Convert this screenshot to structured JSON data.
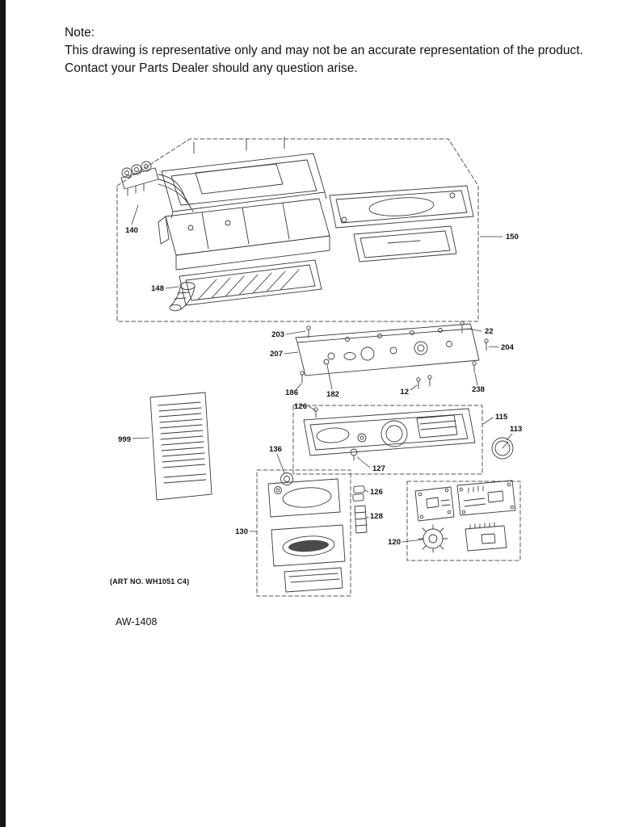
{
  "page": {
    "note_title": "Note:",
    "note_line1": "This drawing is representative only and may not be an accurate representation of the product.",
    "note_line2": "Contact your Parts Dealer should any question arise.",
    "art_no": "(ART NO. WH1051 C4)",
    "drawing_code": "AW-1408"
  },
  "callouts": [
    {
      "label": "140"
    },
    {
      "label": "148"
    },
    {
      "label": "150"
    },
    {
      "label": "203"
    },
    {
      "label": "22"
    },
    {
      "label": "204"
    },
    {
      "label": "207"
    },
    {
      "label": "186"
    },
    {
      "label": "182"
    },
    {
      "label": "12"
    },
    {
      "label": "238"
    },
    {
      "label": "126"
    },
    {
      "label": "115"
    },
    {
      "label": "113"
    },
    {
      "label": "127"
    },
    {
      "label": "999"
    },
    {
      "label": "136"
    },
    {
      "label": "126"
    },
    {
      "label": "128"
    },
    {
      "label": "130"
    },
    {
      "label": "120"
    }
  ],
  "colors": {
    "page_bg": "#ffffff",
    "line": "#3a3a3a",
    "dashed_line": "#555555",
    "text": "#111111",
    "edge_strip": "#161616"
  }
}
